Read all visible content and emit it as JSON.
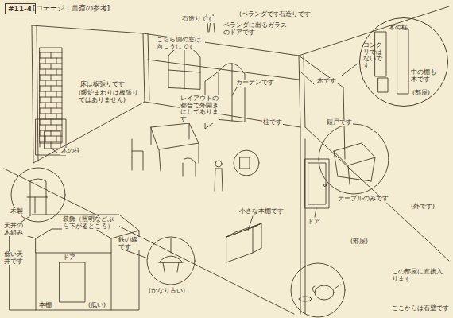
{
  "diagram": {
    "title": "[コテージ：書斎の参考]",
    "nodes": [
      {
        "text": [
          "#11-4"
        ]
      },
      {
        "text": [
          "木の柱",
          "コンクリではないです",
          "中の棚も木です",
          "(部屋)"
        ]
      }
    ],
    "labels": [
      "石造りです",
      "(ベランダです)",
      "石造りです",
      "こちら側の窓は向こうにです",
      "ベランダに出るガラスのドアです",
      "カーテンです",
      "木です",
      "床は板張りです",
      "(暖炉まわりは板張りではありません)",
      "木の柱",
      "レイアウトの都合で外開きにしてあります",
      "柱です",
      "鎧戸です",
      "テーブルのみです",
      "(外です)",
      "ドア",
      "小さな本棚です",
      "(部屋)",
      "ここからは石壁です",
      "この部屋に直接入ります",
      "木製",
      "天井の木組み",
      "低い天井です",
      "装飾（照明などぶら下がるところ）",
      "鉄の線です",
      "本棚",
      "(低い)",
      "(かなり古い)",
      "ドア"
    ]
  }
}
